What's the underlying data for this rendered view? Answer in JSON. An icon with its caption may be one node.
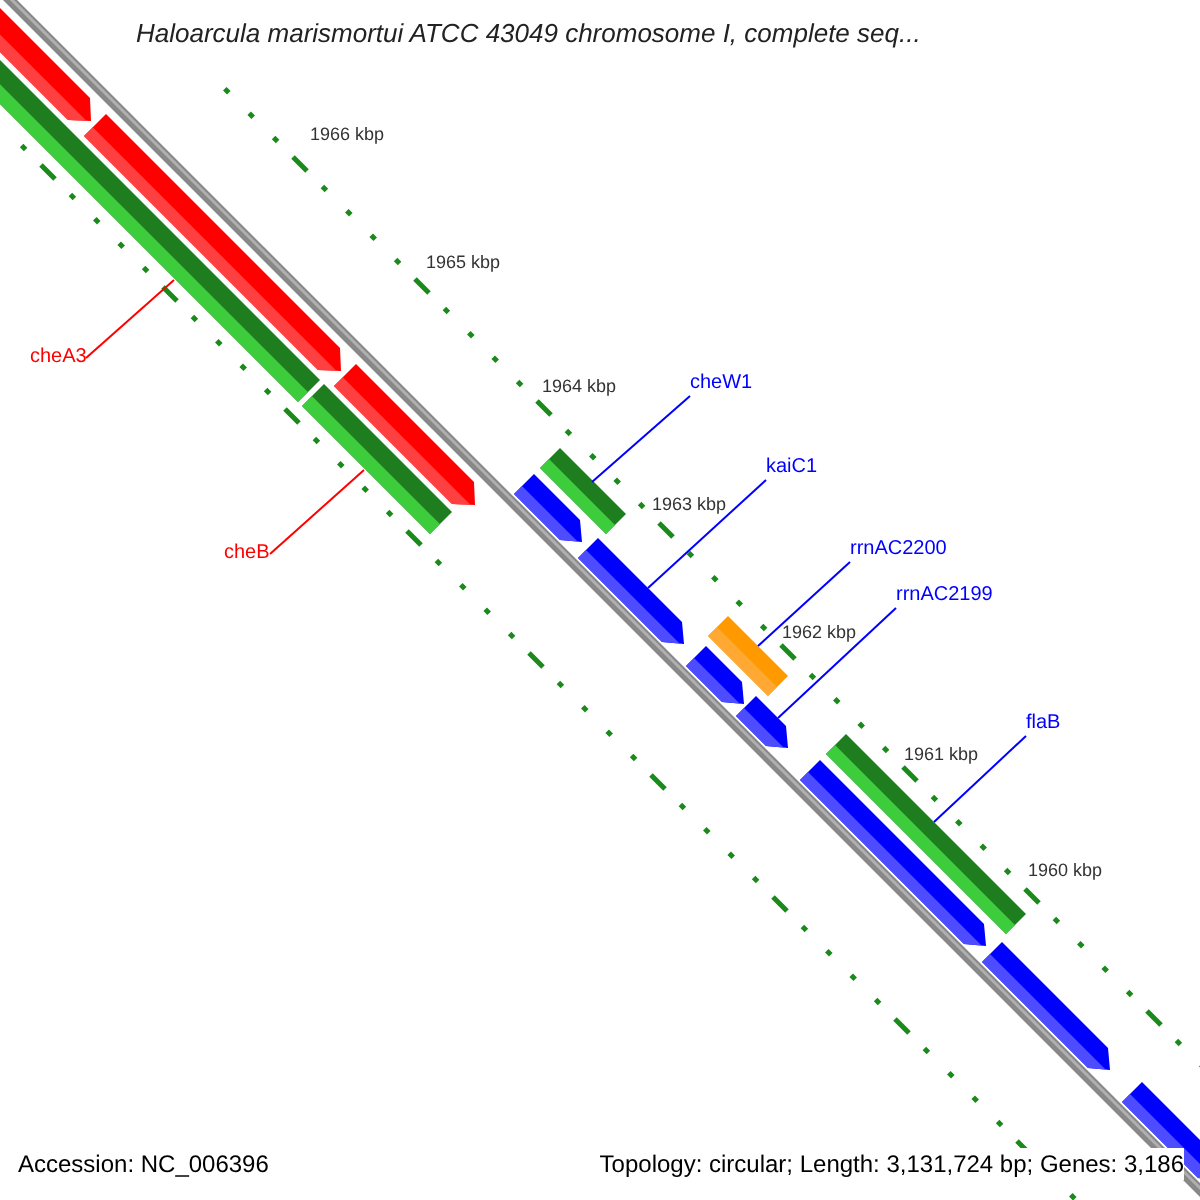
{
  "diagram": {
    "title": "Haloarcula marismortui ATCC 43049 chromosome I, complete seq...",
    "nodes": [
      {
        "text": [
          "cheA3"
        ]
      },
      {
        "text": [
          "cheB"
        ]
      },
      {
        "text": [
          "cheW1"
        ]
      },
      {
        "text": [
          "kaiC1"
        ]
      },
      {
        "text": [
          "rrnAC2200"
        ]
      },
      {
        "text": [
          "rrnAC2199"
        ]
      },
      {
        "text": [
          "flaB"
        ]
      },
      {
        "text": [],
        "shape": "arrow"
      },
      {
        "text": [],
        "shape": "bar"
      },
      {
        "text": [],
        "shape": "arrow"
      },
      {
        "text": [],
        "shape": "bar"
      },
      {
        "text": [],
        "shape": "arrow"
      },
      {
        "text": [],
        "shape": "arrow"
      },
      {
        "text": [],
        "shape": "bar"
      },
      {
        "text": [],
        "shape": "arrow"
      },
      {
        "text": [],
        "shape": "bar"
      },
      {
        "text": [],
        "shape": "arrow"
      },
      {
        "text": [],
        "shape": "arrow"
      },
      {
        "text": [],
        "shape": "bar"
      },
      {
        "text": [],
        "shape": "arrow"
      },
      {
        "text": [],
        "shape": "arrow"
      },
      {
        "text": [],
        "shape": "arrow"
      }
    ],
    "edges": [
      {
        "from": 0,
        "to": 8,
        "arrow": "none",
        "color": "#ff0000"
      },
      {
        "from": 1,
        "to": 10,
        "arrow": "none",
        "color": "#ff0000"
      },
      {
        "from": 2,
        "to": 13,
        "arrow": "none"
      },
      {
        "from": 3,
        "to": 14,
        "arrow": "none"
      },
      {
        "from": 4,
        "to": 15,
        "arrow": "none"
      },
      {
        "from": 5,
        "to": 17,
        "arrow": "none"
      },
      {
        "from": 6,
        "to": 18,
        "arrow": "none"
      }
    ],
    "labels": [
      "1966 kbp",
      "1965 kbp",
      "1964 kbp",
      "1963 kbp",
      "1962 kbp",
      "1961 kbp",
      "1960 kbp",
      "Accession: NC_006396",
      "Topology: circular; Length: 3,131,724 bp; Genes: 3,186"
    ]
  }
}
